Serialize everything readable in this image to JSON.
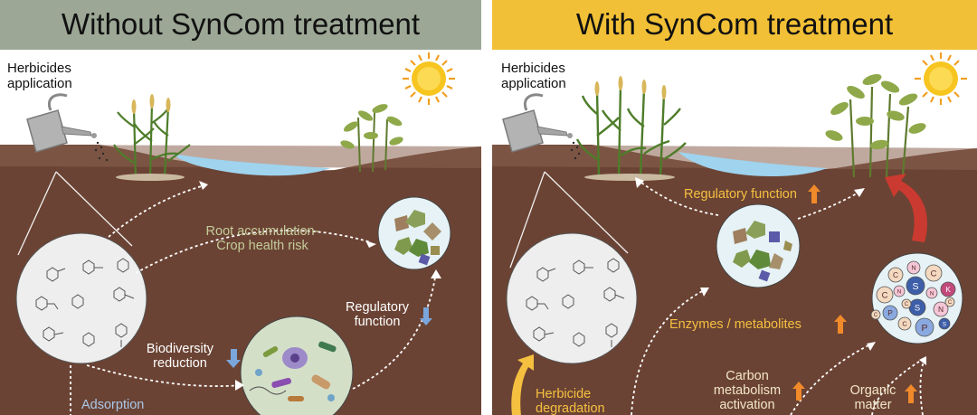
{
  "colors": {
    "left_banner": "#9ca796",
    "right_banner": "#f2c037",
    "soil": "#6b4334",
    "sky": "#ffffff",
    "text_yellow": "#f5c040",
    "text_blue": "#a8c8ea",
    "text_green": "#c4cc9a",
    "arrow_up": "#f08a2a",
    "arrow_down": "#7aa6dc"
  },
  "left_panel": {
    "title": "Without SynCom treatment",
    "herbicides": "Herbicides application",
    "root": "Root accumulation-Crop health risk",
    "regulatory": "Regulatory function",
    "regulatory_trend": "down",
    "biodiversity": "Biodiversity reduction",
    "biodiversity_trend": "down",
    "adsorption": "Adsorption"
  },
  "right_panel": {
    "title": "With SynCom treatment",
    "herbicides": "Herbicides application",
    "regulatory": "Regulatory function",
    "regulatory_trend": "up",
    "enzymes": "Enzymes / metabolites",
    "enzymes_trend": "up",
    "herbicide_deg": "Herbicide degradation",
    "carbon": "Carbon metabolism activation",
    "carbon_trend": "up",
    "organic": "Organic matter",
    "organic_trend": "up",
    "nutrient_letters": [
      "C",
      "N",
      "C",
      "S",
      "K",
      "C",
      "N",
      "P",
      "S",
      "N",
      "C",
      "P",
      "S",
      "C",
      "N",
      "C",
      "C"
    ]
  },
  "icons": [
    "sun-icon",
    "watering-can-icon",
    "maize-plant-icon",
    "soybean-plant-icon",
    "herbicide-molecule-icon",
    "microbe-icon",
    "arrow-up-icon",
    "arrow-down-icon"
  ]
}
